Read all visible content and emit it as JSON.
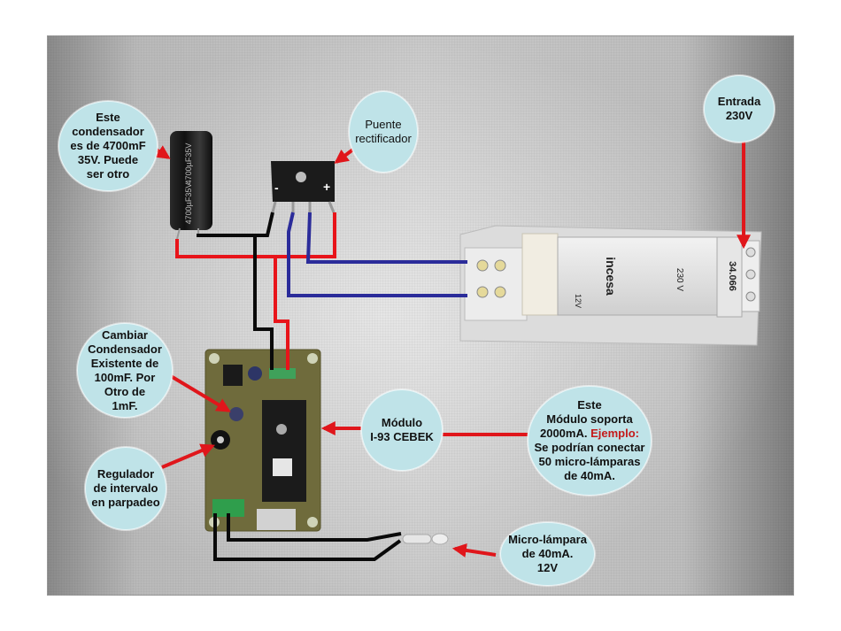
{
  "figure": {
    "kind": "annotated wiring photo",
    "subject": "Flashing micro-lamp circuit with I-93 CEBEK module"
  },
  "callouts": {
    "capacitor": {
      "text": "Este\ncondensador\nes de 4700mF\n35V. Puede\nser otro"
    },
    "bridge": {
      "text": "Puente\nrectificador"
    },
    "input": {
      "text": "Entrada\n230V"
    },
    "change_capacitor": {
      "text": "Cambiar\nCondensador\nExistente de\n100mF. Por\nOtro de\n1mF."
    },
    "regulator": {
      "text": "Regulador\nde intervalo\nen parpadeo"
    },
    "module": {
      "text": "Módulo\nI-93 CEBEK"
    },
    "module_capacity": {
      "line1": "Este",
      "line2": "Módulo soporta",
      "line3a": "2000mA. ",
      "line3b": "Ejemplo:",
      "line4": "Se podrían conectar",
      "line5": "50 micro-lámparas",
      "line6": "de 40mA."
    },
    "lamp": {
      "text": "Micro-lámpara\nde 40mA.\n12V"
    }
  },
  "components": {
    "bridge_minus": "-",
    "bridge_plus": "+",
    "transformer_brand": "incesa",
    "transformer_voltage_in": "230 V",
    "transformer_voltage_out": "12V",
    "transformer_code": "34.066",
    "capacitor_marking": "4700µF 35V"
  },
  "colors": {
    "callout_fill": "#bfe3e8",
    "arrow": "#e0161b",
    "wire_red": "#e8141a",
    "wire_black": "#0a0a0a",
    "wire_blue": "#2b2c9a",
    "emphasis": "#c41a1a"
  }
}
